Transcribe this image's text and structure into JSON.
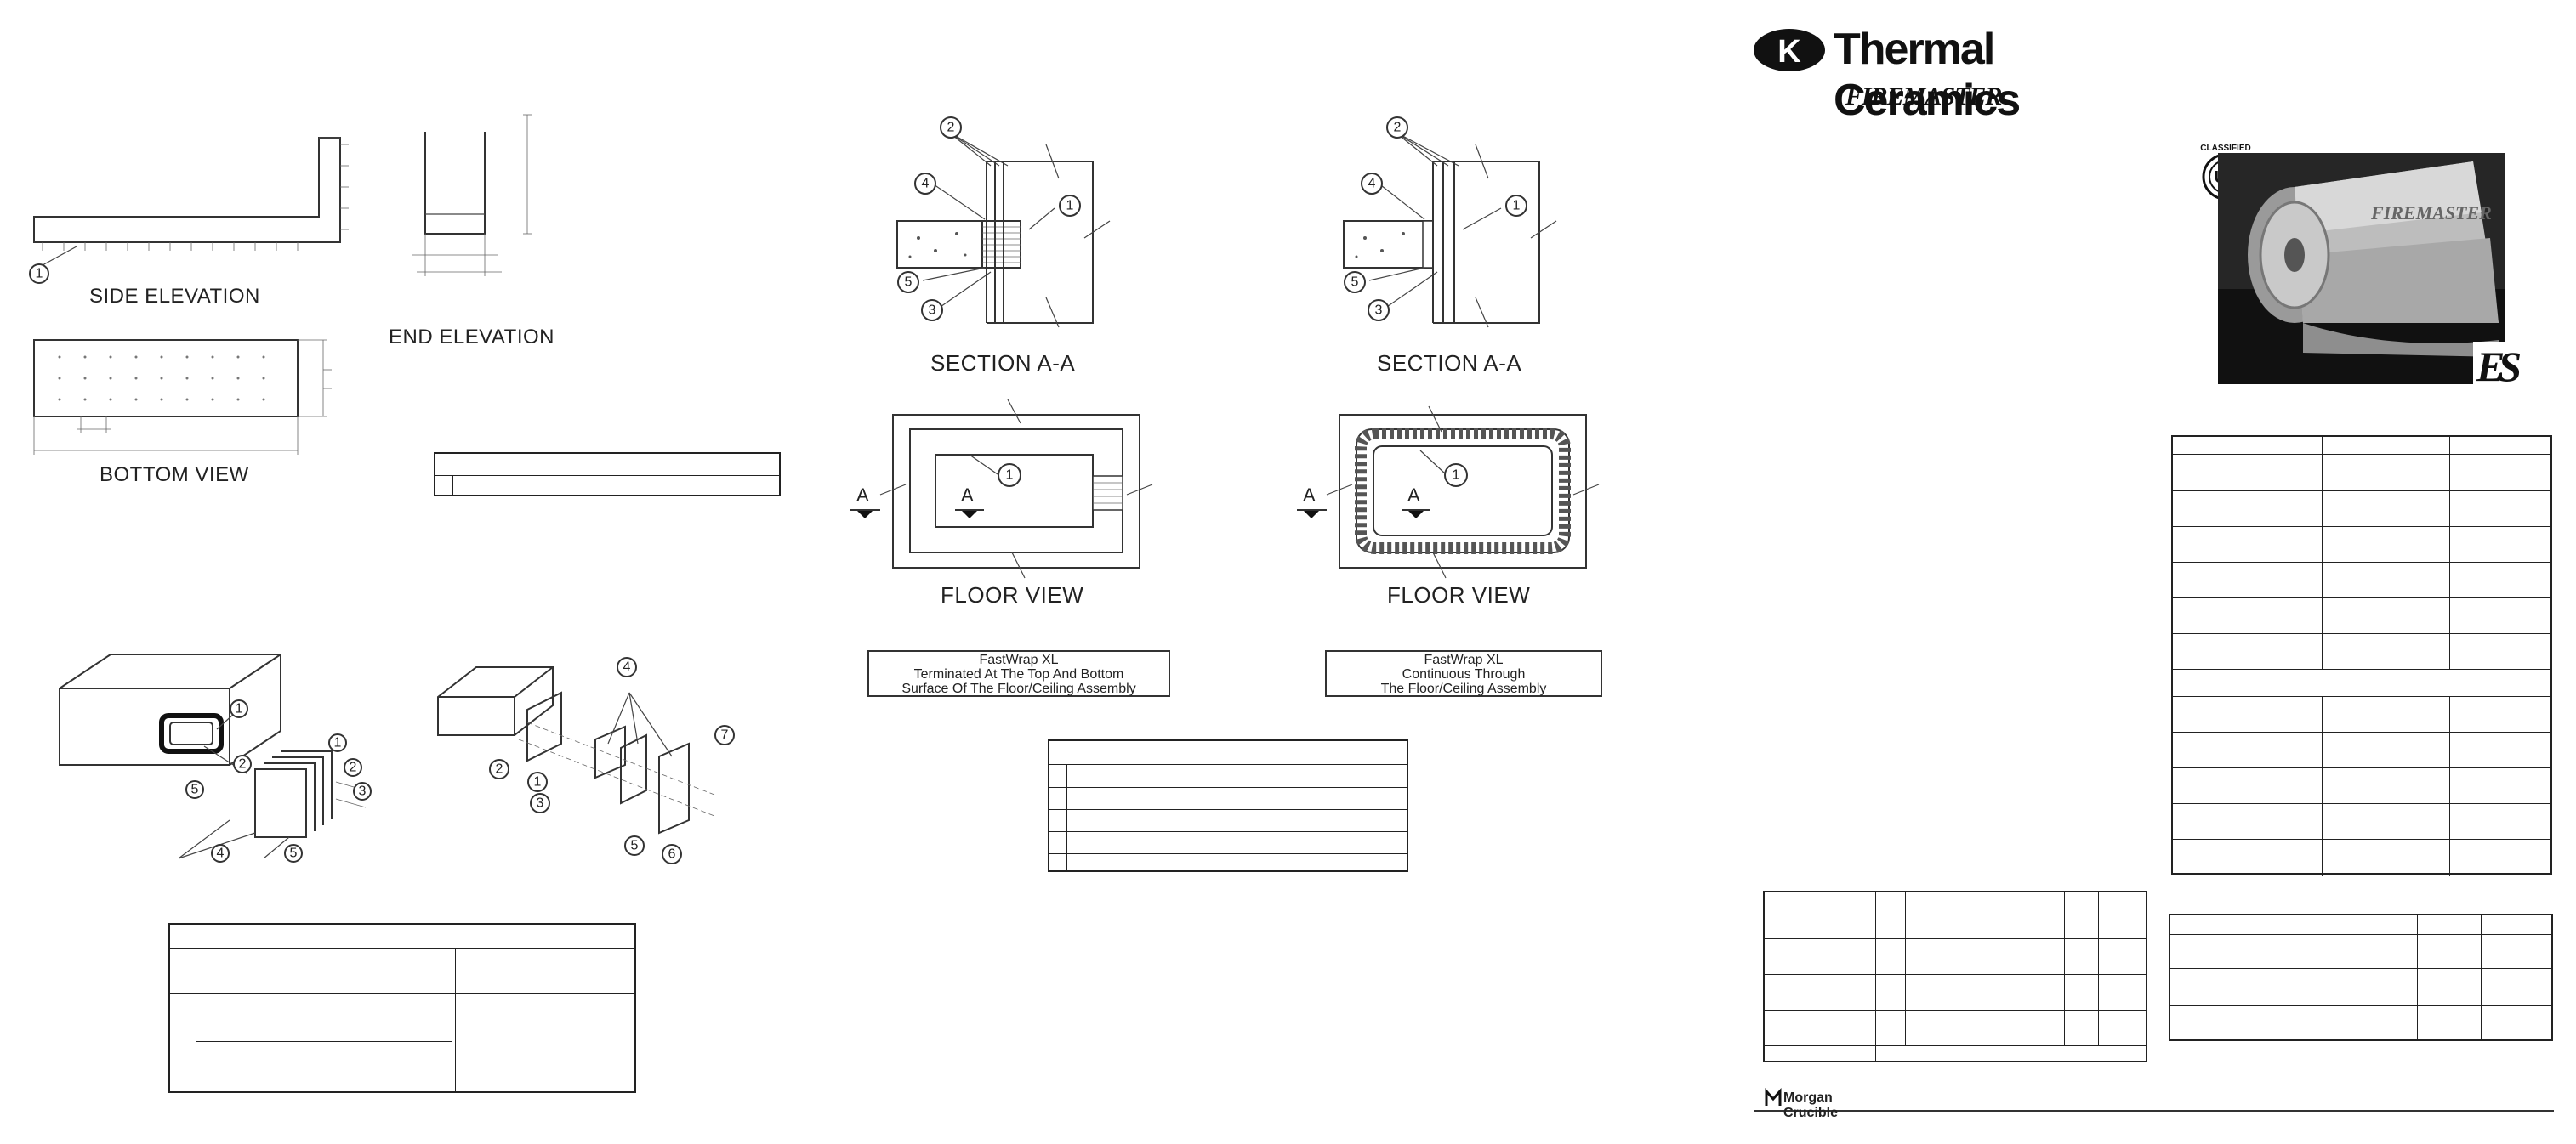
{
  "drawing_left": {
    "side_elevation": "SIDE ELEVATION",
    "end_elevation": "END ELEVATION",
    "bottom_view": "BOTTOM VIEW",
    "callout_1": "1"
  },
  "drawing_center_left": {
    "section_title": "SECTION A-A",
    "floor_view": "FLOOR VIEW",
    "note": "FastWrap XL\nTerminated At The Top And Bottom\nSurface Of The Floor/Ceiling Assembly",
    "section_marker": "A"
  },
  "drawing_center_right": {
    "section_title": "SECTION A-A",
    "floor_view": "FLOOR VIEW",
    "note": "FastWrap XL\nContinuous Through\nThe Floor/Ceiling Assembly",
    "section_marker": "A"
  },
  "callouts": {
    "c1": "1",
    "c2": "2",
    "c3": "3",
    "c4": "4",
    "c5": "5",
    "c6": "6",
    "c7": "7"
  },
  "brand": {
    "company": "Thermal Ceramics",
    "logo_letter": "K",
    "product": "FIREMASTER",
    "listing_mark_top": "CLASSIFIED",
    "listing_mark": "UL",
    "es_mark": "ES",
    "footer_company": "Morgan Crucible"
  },
  "colors": {
    "ink": "#222222",
    "photo_dark": "#2a2a2a",
    "photo_light": "#d9d9d9"
  }
}
